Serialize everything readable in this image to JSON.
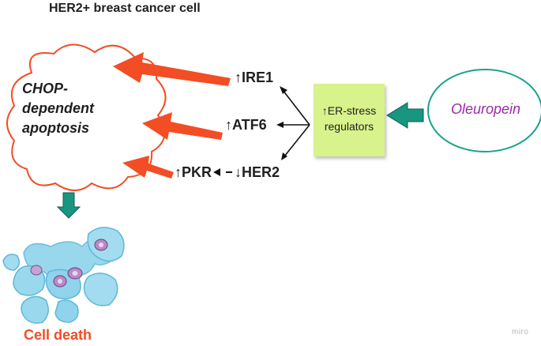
{
  "title": "HER2+ breast cancer cell",
  "cloud": {
    "line1": "CHOP-",
    "line2": "dependent",
    "line3": "apoptosis"
  },
  "nodes": {
    "ire1": "↑IRE1",
    "atf6": "↑ATF6",
    "pkr": "↑PKR",
    "her2": "↓HER2"
  },
  "note": {
    "line1": "↑ER-stress",
    "line2": "regulators"
  },
  "oleuropein": "Oleuropein",
  "outcome": "Cell death",
  "watermark": "miro",
  "colors": {
    "red_arrow": "#f24d25",
    "cloud_stroke": "#f24d25",
    "teal_arrow": "#189680",
    "ellipse_stroke": "#1aa38a",
    "note_fill": "#d8f28c",
    "oleuropein_text": "#9b2aa8",
    "cell_fill": "#8fd3ec",
    "nucleus_fill": "#b78bc6"
  }
}
